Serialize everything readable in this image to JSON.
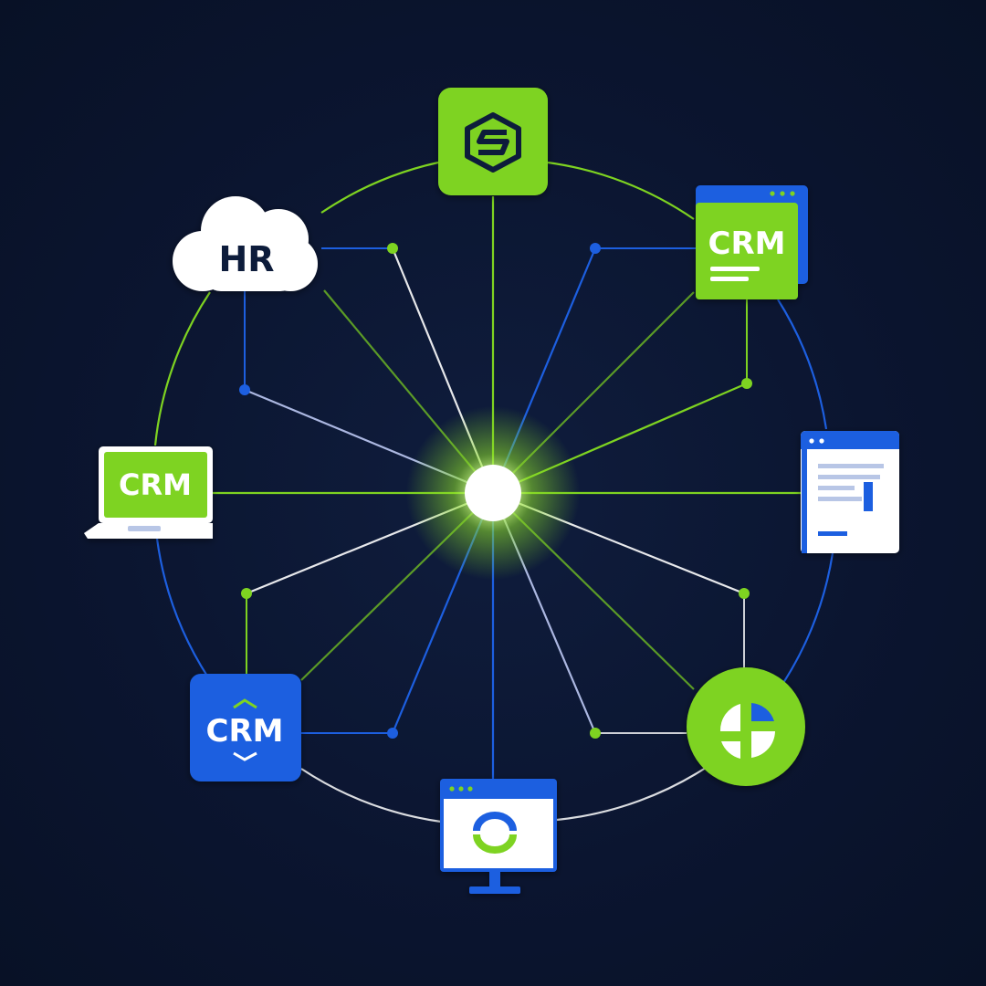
{
  "colors": {
    "background": "#0b1530",
    "green": "#7ed321",
    "blue": "#1d5fe0",
    "white": "#ffffff",
    "navy": "#0f1b3a"
  },
  "hub": {
    "icon": "glowing-hub-node"
  },
  "nodes": {
    "top_app": {
      "icon": "hexagon-s-logo-icon"
    },
    "hr_cloud": {
      "label": "HR",
      "icon": "cloud-icon"
    },
    "crm_window": {
      "label": "CRM",
      "icon": "browser-window-icon"
    },
    "doc_window": {
      "icon": "document-window-icon"
    },
    "crm_laptop": {
      "label": "CRM",
      "icon": "laptop-icon"
    },
    "pie_circle": {
      "icon": "pie-chart-icon"
    },
    "crm_app": {
      "label": "CRM",
      "icon": "crm-badge-icon"
    },
    "monitor": {
      "icon": "monitor-chart-icon"
    }
  }
}
